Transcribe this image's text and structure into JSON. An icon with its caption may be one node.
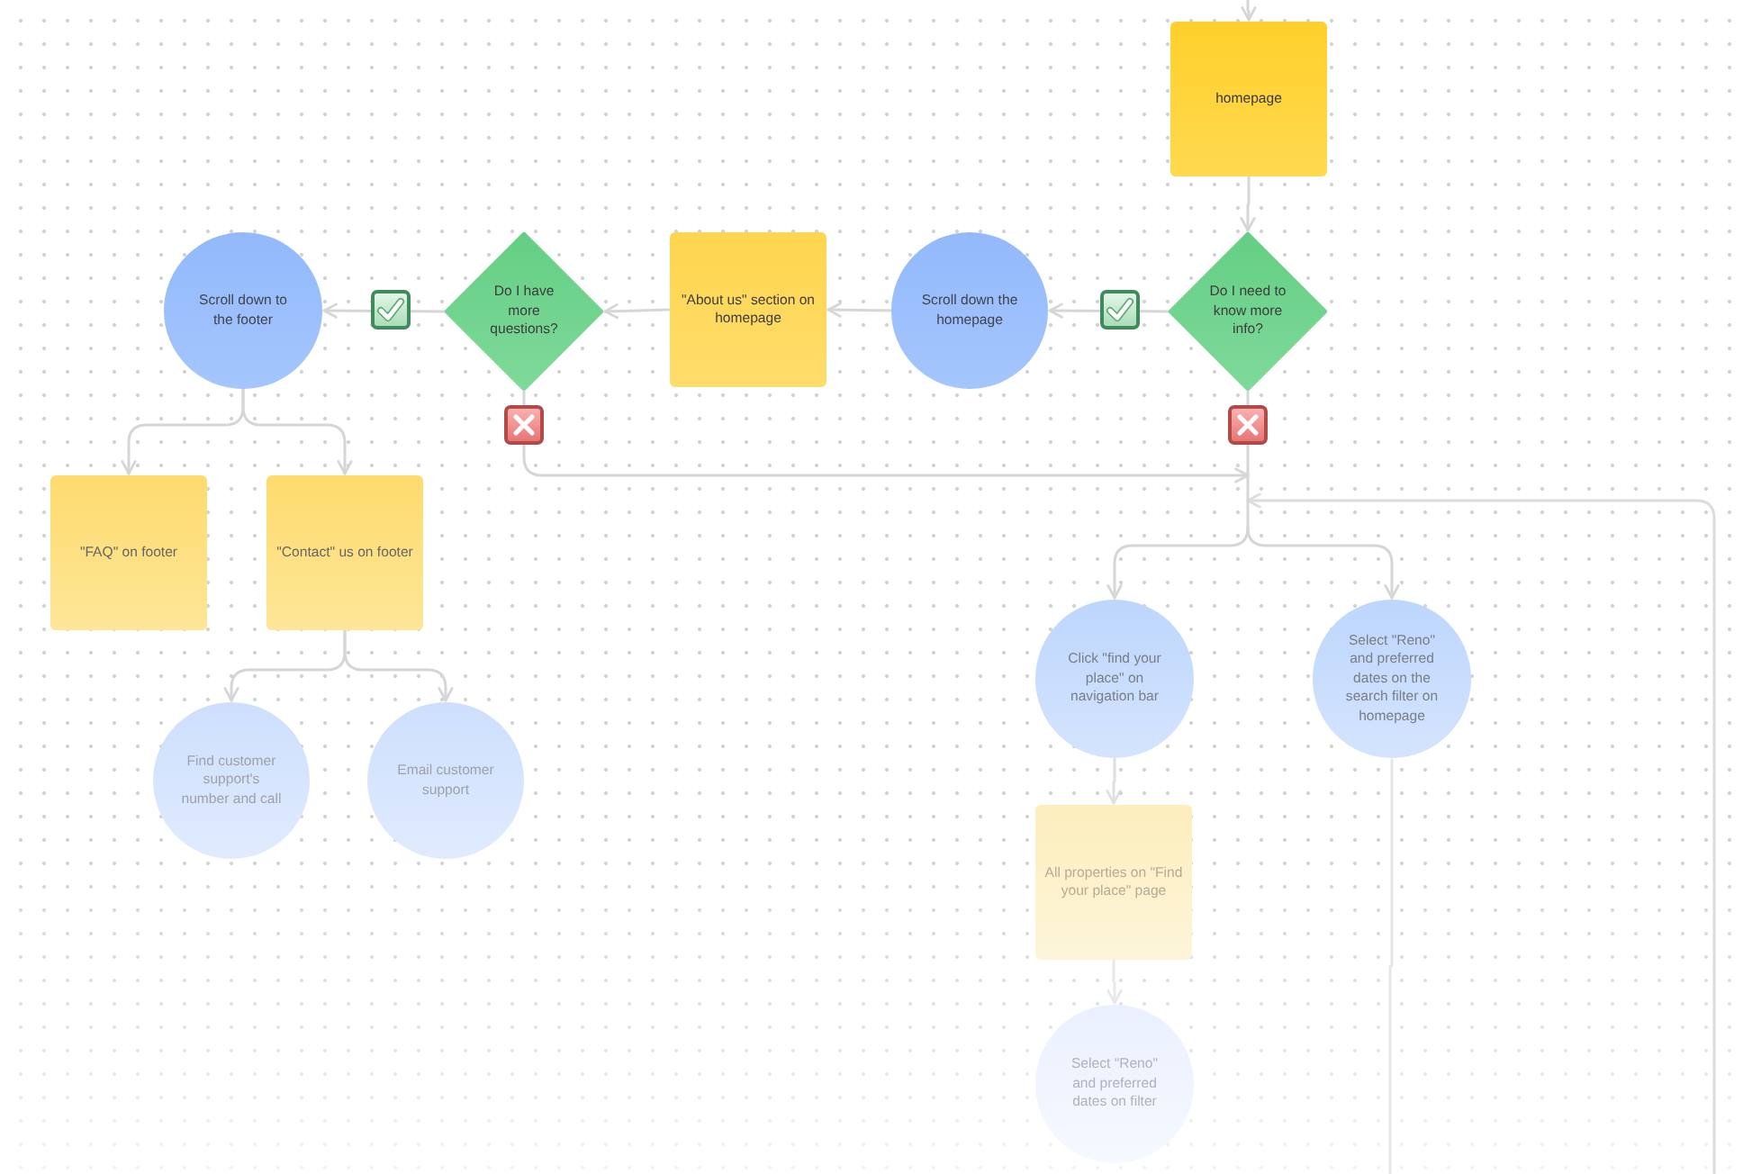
{
  "diagram": {
    "nodes": [
      {
        "text": [
          "homepage"
        ]
      },
      {
        "text": [
          "Do I need to know more info?"
        ]
      },
      {
        "text": [
          "Scroll down the homepage"
        ]
      },
      {
        "text": [
          "\"About us\" section on homepage"
        ]
      },
      {
        "text": [
          "Do I have more questions?"
        ]
      },
      {
        "text": [
          "Scroll down to the footer"
        ]
      },
      {
        "text": [
          "\"FAQ\" on footer"
        ]
      },
      {
        "text": [
          "\"Contact\" us on footer"
        ]
      },
      {
        "text": [
          "Find customer support's number and call"
        ]
      },
      {
        "text": [
          "Email customer support"
        ]
      },
      {
        "text": [
          "Click \"find your place\" on navigation bar"
        ]
      },
      {
        "text": [
          "Select \"Reno\" and preferred dates on the search filter on homepage"
        ]
      },
      {
        "text": [
          "All properties on \"Find your place\" page"
        ]
      },
      {
        "text": [
          "Select \"Reno\" and preferred dates on filter"
        ]
      }
    ],
    "edges": [
      {
        "from": null,
        "to": 0,
        "arrow": "to"
      },
      {
        "from": 0,
        "to": 1,
        "arrow": "to"
      },
      {
        "from": 1,
        "to": 2,
        "arrow": "to"
      },
      {
        "from": 2,
        "to": 3,
        "arrow": "to"
      },
      {
        "from": 3,
        "to": 4,
        "arrow": "to"
      },
      {
        "from": 4,
        "to": 5,
        "arrow": "to"
      },
      {
        "from": 5,
        "to": 6,
        "arrow": "to"
      },
      {
        "from": 5,
        "to": 7,
        "arrow": "to"
      },
      {
        "from": 7,
        "to": 8,
        "arrow": "to"
      },
      {
        "from": 7,
        "to": 9,
        "arrow": "to"
      },
      {
        "from": 1,
        "to": 10,
        "arrow": "to"
      },
      {
        "from": 1,
        "to": 11,
        "arrow": "to"
      },
      {
        "from": 4,
        "to": 10,
        "arrow": "to"
      },
      {
        "from": 4,
        "to": 11,
        "arrow": "to"
      },
      {
        "from": null,
        "to": 10,
        "arrow": "to"
      },
      {
        "from": null,
        "to": 11,
        "arrow": "to"
      },
      {
        "from": 10,
        "to": 12,
        "arrow": "to"
      },
      {
        "from": 12,
        "to": 13,
        "arrow": "to"
      },
      {
        "from": 11,
        "to": null,
        "arrow": "none"
      }
    ]
  }
}
